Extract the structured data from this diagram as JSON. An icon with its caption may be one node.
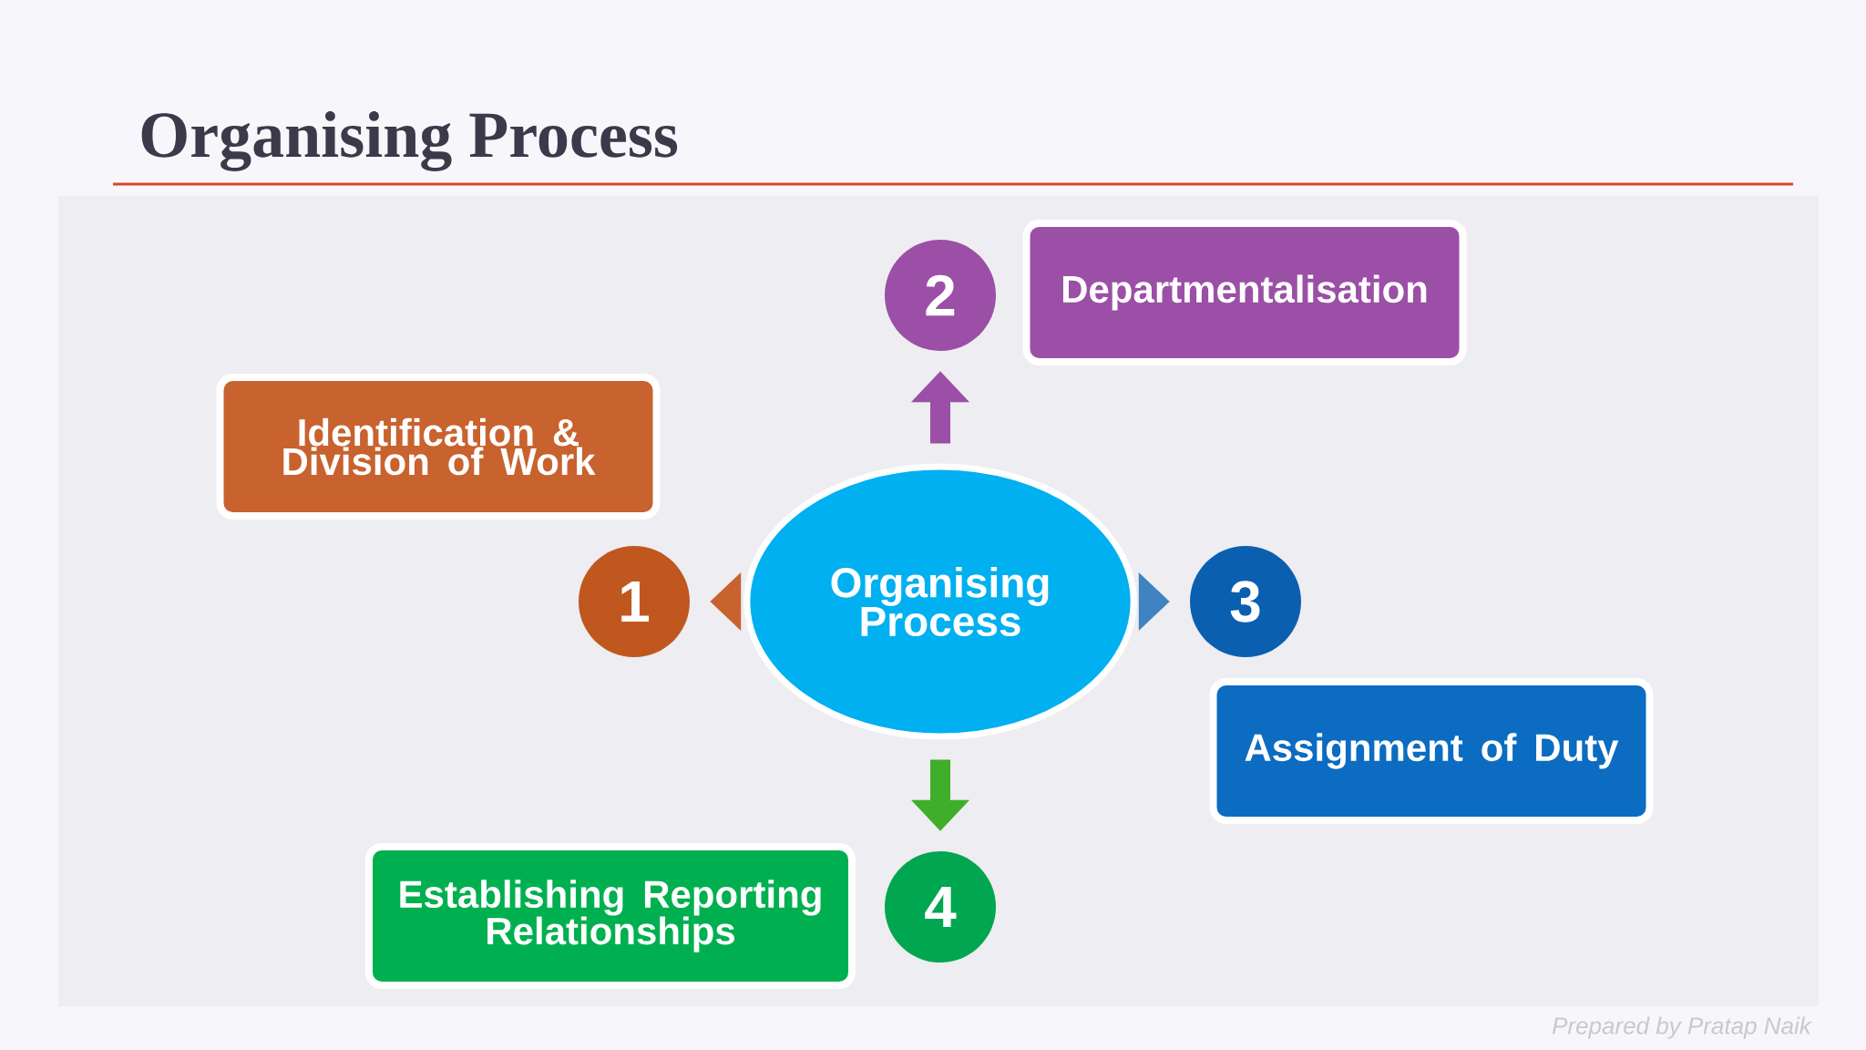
{
  "diagram": {
    "title": "Organising Process",
    "nodes": [
      {
        "text": [
          "Organising Process"
        ]
      },
      {
        "text": [
          "1"
        ]
      },
      {
        "text": [
          "Identification & Division of Work"
        ]
      },
      {
        "text": [
          "2"
        ]
      },
      {
        "text": [
          "Departmentalisation"
        ]
      },
      {
        "text": [
          "3"
        ]
      },
      {
        "text": [
          "Assignment of Duty"
        ]
      },
      {
        "text": [
          "4"
        ]
      },
      {
        "text": [
          "Establishing Reporting Relationships"
        ]
      }
    ],
    "edges": [
      {
        "from": 0,
        "to": 1,
        "arrow": "to",
        "color": "#c8622e"
      },
      {
        "from": 0,
        "to": 3,
        "arrow": "to",
        "color": "#9b4fa6"
      },
      {
        "from": 0,
        "to": 5,
        "arrow": "to",
        "color": "#3f83c0"
      },
      {
        "from": 0,
        "to": 7,
        "arrow": "to",
        "color": "#3fae2a"
      }
    ],
    "labels": [
      "Prepared by Pratap Naik"
    ]
  }
}
